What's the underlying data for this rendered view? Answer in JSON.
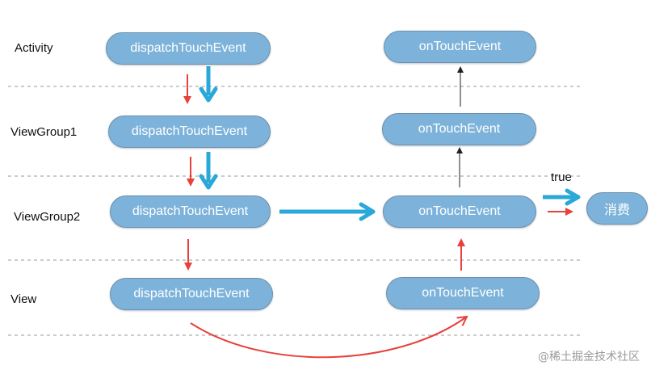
{
  "rows": {
    "activity": "Activity",
    "viewgroup1": "ViewGroup1",
    "viewgroup2": "ViewGroup2",
    "view": "View"
  },
  "left_nodes": {
    "activity": "dispatchTouchEvent",
    "viewgroup1": "dispatchTouchEvent",
    "viewgroup2": "dispatchTouchEvent",
    "view": "dispatchTouchEvent"
  },
  "right_nodes": {
    "activity": "onTouchEvent",
    "viewgroup1": "onTouchEvent",
    "viewgroup2": "onTouchEvent",
    "view": "onTouchEvent"
  },
  "consume_node": "消费",
  "true_label": "true",
  "watermark": "@稀土掘金技术社区",
  "colors": {
    "node_fill": "#7db3da",
    "blue_arrow": "#2aa8d8",
    "red_arrow": "#e8403a",
    "dashed_line": "#9a9a9a",
    "black_arrow": "#222222"
  }
}
